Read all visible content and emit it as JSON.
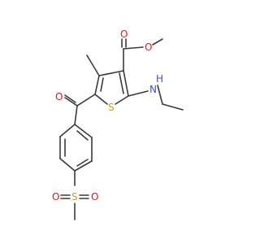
{
  "molecule": {
    "atoms": {
      "o_carbonyl_ester": {
        "label": "O",
        "color": "#ff0d0d"
      },
      "o_ester": {
        "label": "O",
        "color": "#ff0d0d"
      },
      "n_amine": {
        "label": "N",
        "color": "#3050f8"
      },
      "h_amine": {
        "label": "H",
        "color": "#3050f8"
      },
      "s_ring": {
        "label": "S",
        "color": "#c8a400"
      },
      "o_ketone": {
        "label": "O",
        "color": "#ff0d0d"
      },
      "s_sulfonyl": {
        "label": "S",
        "color": "#c8a400"
      },
      "o_sulfonyl_left": {
        "label": "O",
        "color": "#ff0d0d"
      },
      "o_sulfonyl_right": {
        "label": "O",
        "color": "#ff0d0d"
      }
    },
    "bond_color": "#3a3a3a"
  }
}
